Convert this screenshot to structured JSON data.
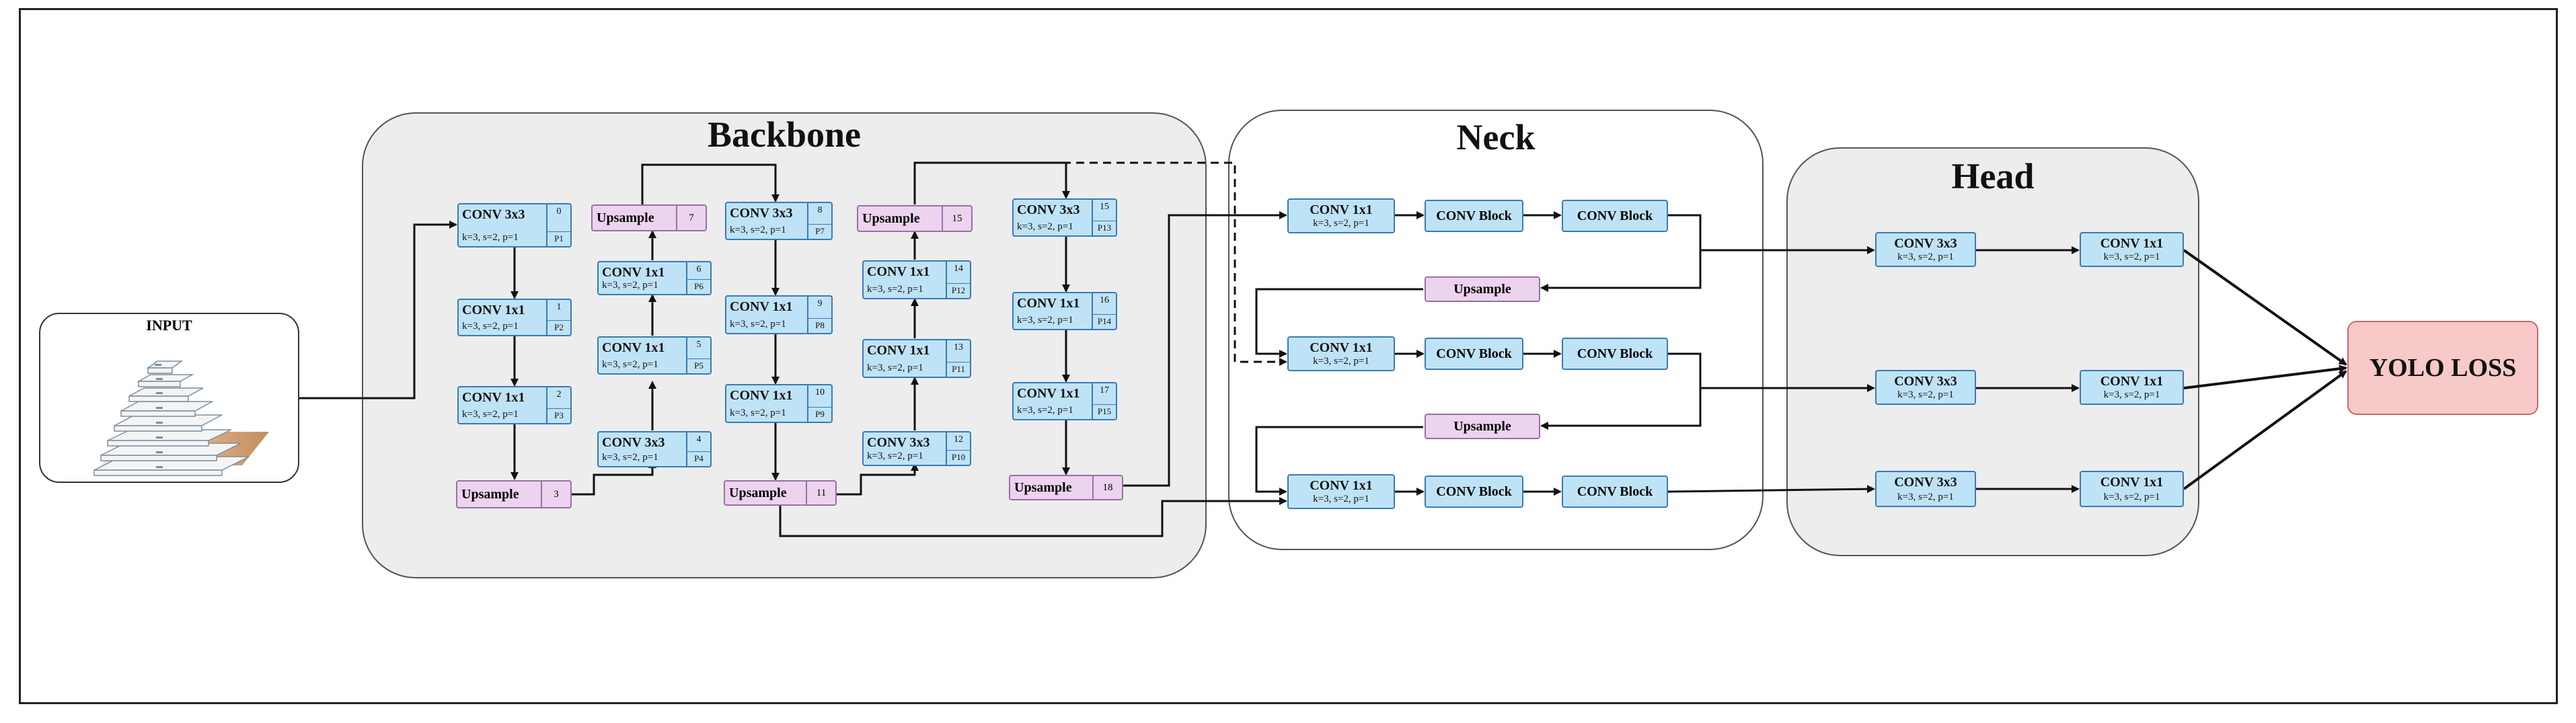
{
  "input": {
    "title": "INPUT"
  },
  "panels": {
    "backbone": "Backbone",
    "neck": "Neck",
    "head": "Head"
  },
  "output": {
    "label": "YOLO LOSS"
  },
  "backbone": {
    "b0": {
      "title": "CONV 3x3",
      "params": "k=3, s=2, p=1",
      "index": "0",
      "plabel": "P1"
    },
    "b1": {
      "title": "CONV 1x1",
      "params": "k=3, s=2, p=1",
      "index": "1",
      "plabel": "P2"
    },
    "b2": {
      "title": "CONV 1x1",
      "params": "k=3, s=2, p=1",
      "index": "2",
      "plabel": "P3"
    },
    "u3": {
      "title": "Upsample",
      "index": "3"
    },
    "b4": {
      "title": "CONV 3x3",
      "params": "k=3, s=2, p=1",
      "index": "4",
      "plabel": "P4"
    },
    "b5": {
      "title": "CONV 1x1",
      "params": "k=3, s=2, p=1",
      "index": "5",
      "plabel": "P5"
    },
    "b6": {
      "title": "CONV 1x1",
      "params": "k=3, s=2, p=1",
      "index": "6",
      "plabel": "P6"
    },
    "u7": {
      "title": "Upsample",
      "index": "7"
    },
    "b8": {
      "title": "CONV 3x3",
      "params": "k=3, s=2, p=1",
      "index": "8",
      "plabel": "P7"
    },
    "b9": {
      "title": "CONV 1x1",
      "params": "k=3, s=2, p=1",
      "index": "9",
      "plabel": "P8"
    },
    "b10": {
      "title": "CONV 1x1",
      "params": "k=3, s=2, p=1",
      "index": "10",
      "plabel": "P9"
    },
    "u11": {
      "title": "Upsample",
      "index": "11"
    },
    "b12": {
      "title": "CONV 3x3",
      "params": "k=3, s=2, p=1",
      "index": "12",
      "plabel": "P10"
    },
    "b13": {
      "title": "CONV 1x1",
      "params": "k=3, s=2, p=1",
      "index": "13",
      "plabel": "P11"
    },
    "b14": {
      "title": "CONV 1x1",
      "params": "k=3, s=2, p=1",
      "index": "14",
      "plabel": "P12"
    },
    "u15": {
      "title": "Upsample",
      "index": "15"
    },
    "b15": {
      "title": "CONV 3x3",
      "params": "k=3, s=2, p=1",
      "index": "15",
      "plabel": "P13"
    },
    "b16": {
      "title": "CONV 1x1",
      "params": "k=3, s=2, p=1",
      "index": "16",
      "plabel": "P14"
    },
    "b17": {
      "title": "CONV 1x1",
      "params": "k=3, s=2, p=1",
      "index": "17",
      "plabel": "P15"
    },
    "u18": {
      "title": "Upsample",
      "index": "18"
    }
  },
  "neck": {
    "conv1x1": {
      "title": "CONV 1x1",
      "params": "k=3, s=2, p=1"
    },
    "conv_block": "CONV Block",
    "upsample": "Upsample"
  },
  "head": {
    "conv3x3": {
      "title": "CONV 3x3",
      "params": "k=3, s=2, p=1"
    },
    "conv1x1": {
      "title": "CONV 1x1",
      "params": "k=3, s=2, p=1"
    }
  }
}
